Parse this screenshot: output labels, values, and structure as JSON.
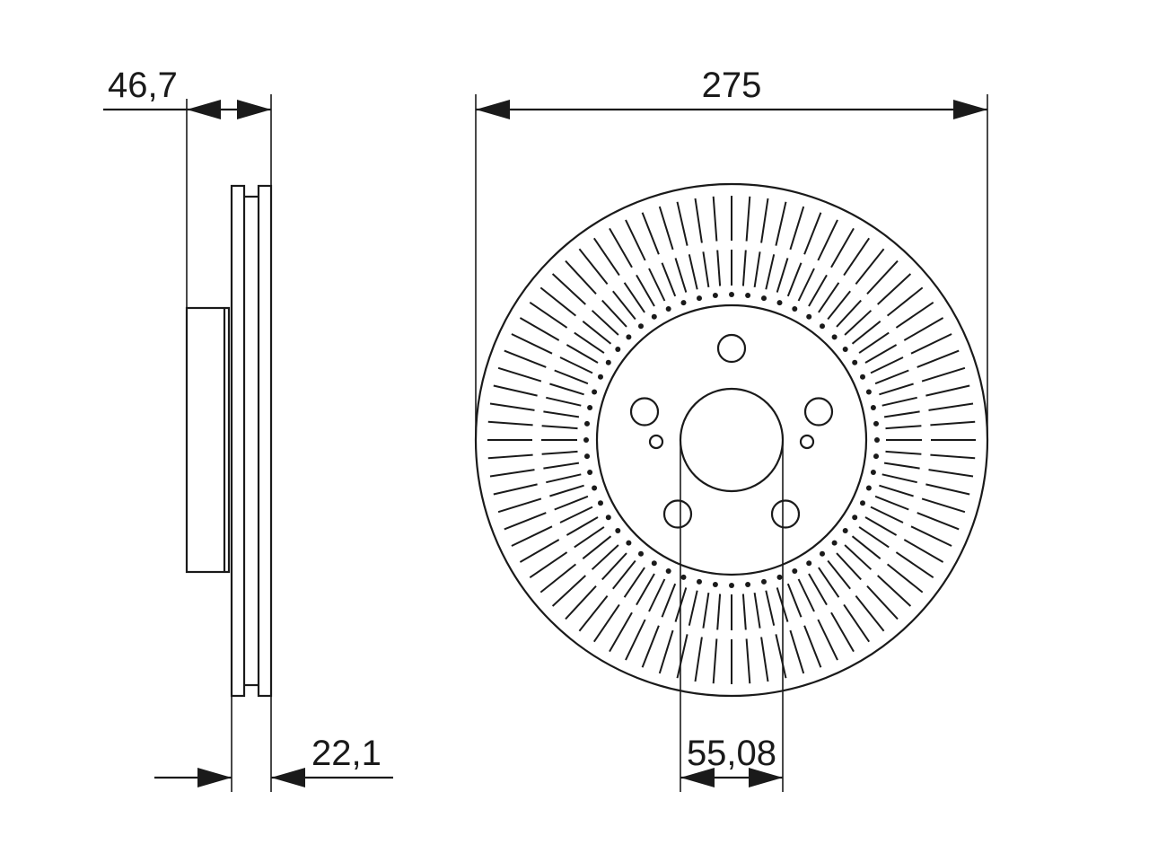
{
  "dimensions": {
    "hat_height": "46,7",
    "outer_diameter": "275",
    "thickness": "22,1",
    "center_bore": "55,08"
  },
  "drawing": {
    "bolt_holes": 5,
    "locating_holes": 2,
    "line_color": "#1a1a1a",
    "background_color": "#ffffff"
  }
}
